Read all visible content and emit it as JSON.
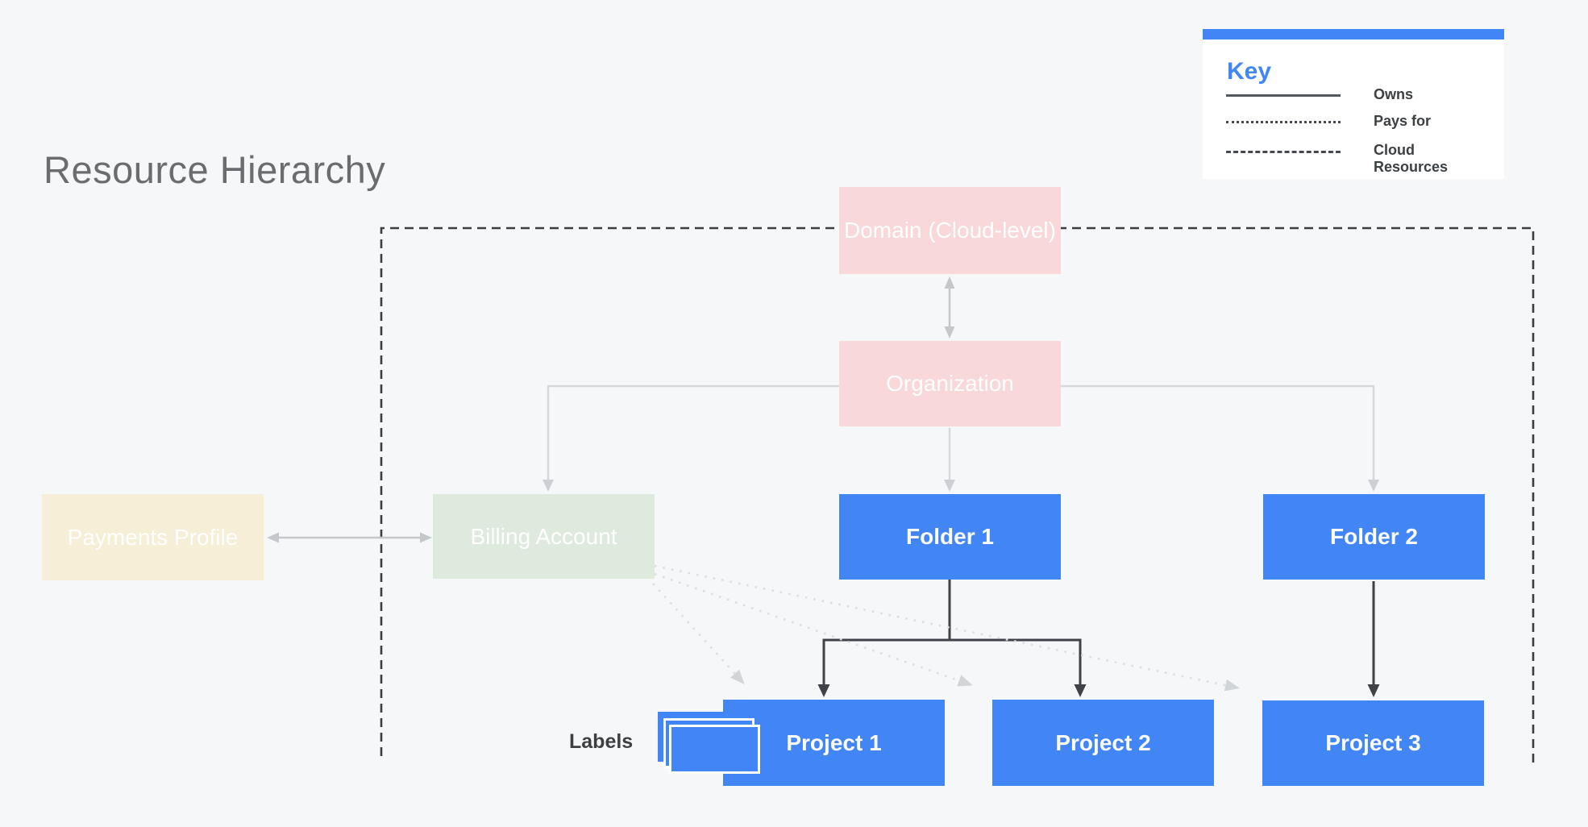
{
  "title": "Resource Hierarchy",
  "key": {
    "title": "Key",
    "items": [
      {
        "style": "solid",
        "label": "Owns"
      },
      {
        "style": "dotted",
        "label": "Pays for"
      },
      {
        "style": "dashed",
        "label": "Cloud Resources"
      }
    ]
  },
  "nodes": {
    "domain": {
      "label": "Domain (Cloud-level)",
      "color": "#f8d8d8"
    },
    "organization": {
      "label": "Organization",
      "color": "#f8d8d8"
    },
    "payments_profile": {
      "label": "Payments Profile",
      "color": "#f6eed7"
    },
    "billing_account": {
      "label": "Billing Account",
      "color": "#dfeade"
    },
    "folder1": {
      "label": "Folder 1",
      "color": "#4285f4"
    },
    "folder2": {
      "label": "Folder 2",
      "color": "#4285f4"
    },
    "project1": {
      "label": "Project 1",
      "color": "#4285f4"
    },
    "project2": {
      "label": "Project 2",
      "color": "#4285f4"
    },
    "project3": {
      "label": "Project 3",
      "color": "#4285f4"
    }
  },
  "labels_annotation": "Labels",
  "edges": [
    {
      "from": "Domain (Cloud-level)",
      "to": "Organization",
      "type": "owns",
      "bidirectional": true
    },
    {
      "from": "Organization",
      "to": "Billing Account",
      "type": "owns"
    },
    {
      "from": "Organization",
      "to": "Folder 1",
      "type": "owns"
    },
    {
      "from": "Organization",
      "to": "Folder 2",
      "type": "owns"
    },
    {
      "from": "Payments Profile",
      "to": "Billing Account",
      "type": "owns",
      "bidirectional": true
    },
    {
      "from": "Folder 1",
      "to": "Project 1",
      "type": "owns"
    },
    {
      "from": "Folder 1",
      "to": "Project 2",
      "type": "owns"
    },
    {
      "from": "Folder 2",
      "to": "Project 3",
      "type": "owns"
    },
    {
      "from": "Billing Account",
      "to": "Project 1",
      "type": "pays_for"
    },
    {
      "from": "Billing Account",
      "to": "Project 2",
      "type": "pays_for"
    },
    {
      "from": "Billing Account",
      "to": "Project 3",
      "type": "pays_for"
    }
  ],
  "cloud_resources_boundary": {
    "type": "dashed",
    "contains": [
      "Domain (Cloud-level)",
      "Organization",
      "Billing Account",
      "Folder 1",
      "Folder 2",
      "Project 1",
      "Project 2",
      "Project 3"
    ]
  },
  "colors": {
    "accent_blue": "#4285f4",
    "node_pink": "#f8d8d8",
    "node_cream": "#f6eed7",
    "node_green": "#dfeade",
    "background": "#f6f7f9",
    "dark_line": "#3f4347",
    "gray_line": "#c5c8cb",
    "dotted_line": "#dcdee1"
  }
}
